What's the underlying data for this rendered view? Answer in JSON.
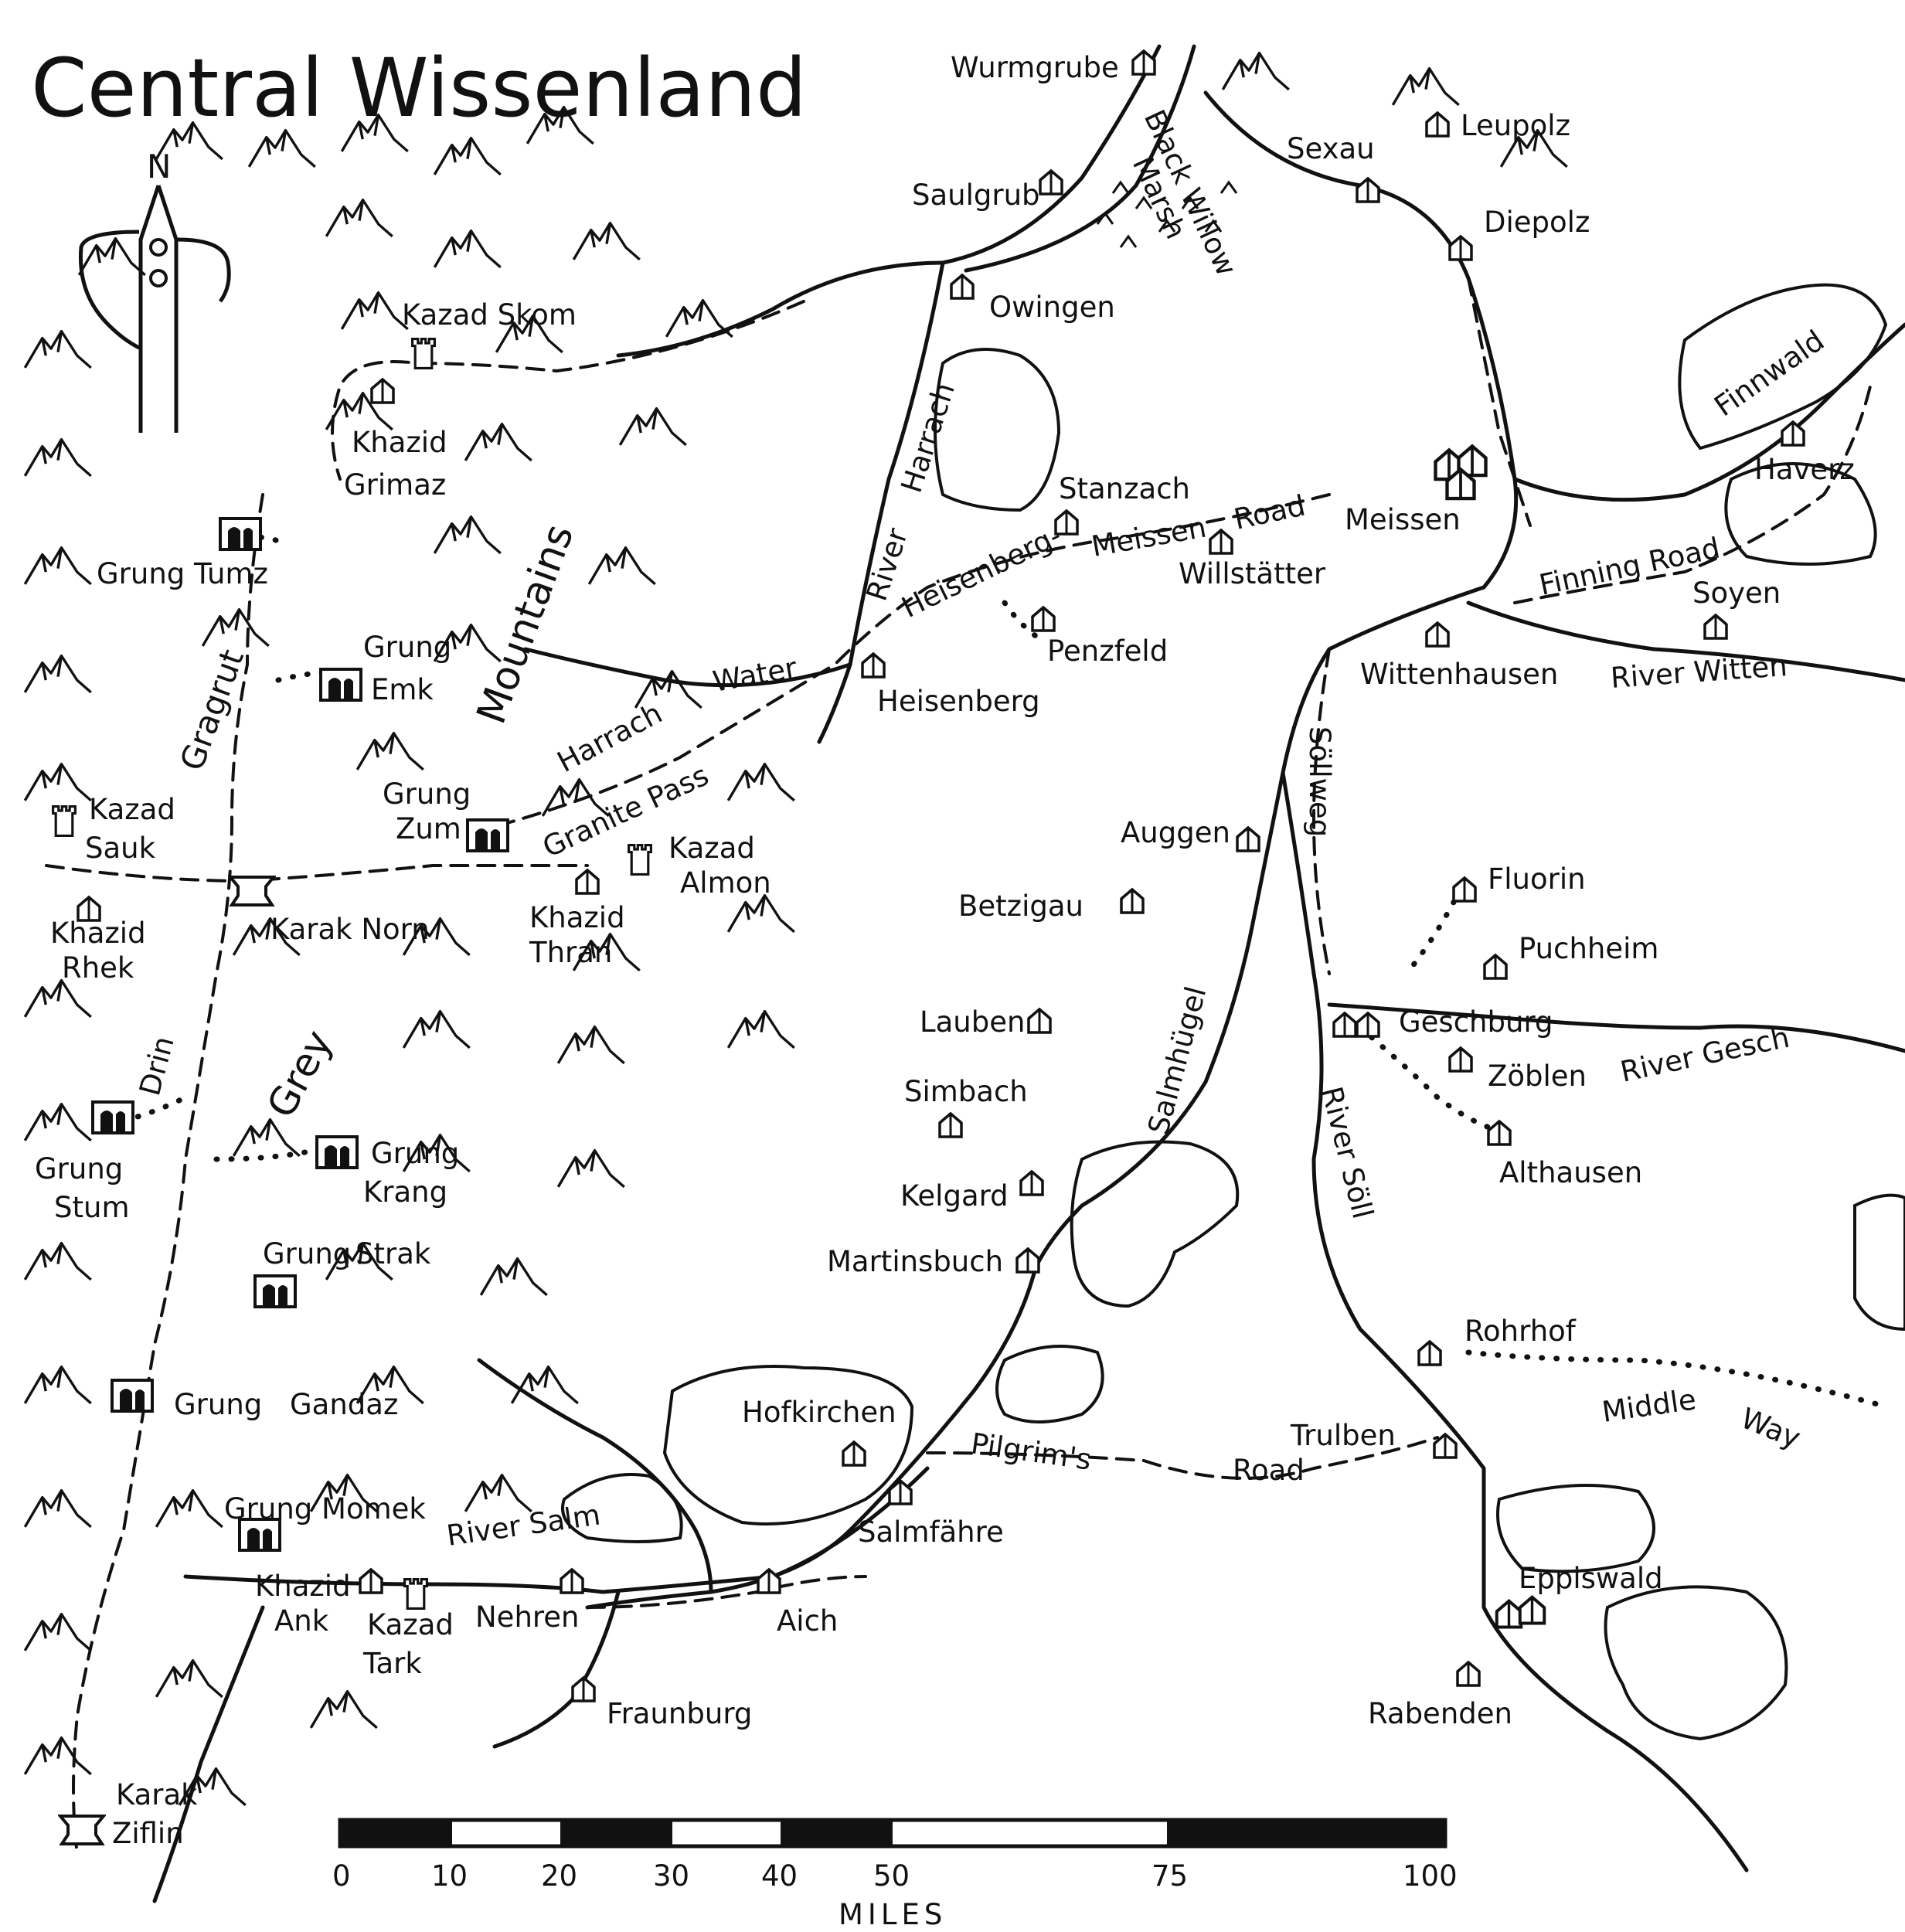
{
  "map": {
    "title": "Central Wissenland",
    "compass_label": "N",
    "scale_bar": {
      "unit_label": "MILES",
      "ticks": [
        "0",
        "10",
        "20",
        "30",
        "40",
        "50",
        "75",
        "100"
      ]
    },
    "settlements": [
      "Wurmgrube",
      "Leupolz",
      "Sexau",
      "Saulgrub",
      "Diepolz",
      "Owingen",
      "Stanzach",
      "Meissen",
      "Haverz",
      "Willstätter",
      "Penzfeld",
      "Soyen",
      "Wittenhausen",
      "Heisenberg",
      "Auggen",
      "Betzigau",
      "Fluorin",
      "Puchheim",
      "Geschburg",
      "Lauben",
      "Zöblen",
      "Simbach",
      "Althausen",
      "Kelgard",
      "Martinsbuch",
      "Rohrhof",
      "Trulben",
      "Hofkirchen",
      "Salmfähre",
      "Aich",
      "Nehren",
      "Fraunburg",
      "Rabenden"
    ],
    "dwarf_holds": {
      "kazad_skom": "Kazad Skom",
      "khazid_grimaz_1": "Khazid",
      "khazid_grimaz_2": "Grimaz",
      "grung_tumz": "Grung Tumz",
      "grung_emk_1": "Grung",
      "grung_emk_2": "Emk",
      "grung_zum_1": "Grung",
      "grung_zum_2": "Zum",
      "kazad_sauk_1": "Kazad",
      "kazad_sauk_2": "Sauk",
      "kazad_almon_1": "Kazad",
      "kazad_almon_2": "Almon",
      "khazid_rhek_1": "Khazid",
      "khazid_rhek_2": "Rhek",
      "khazid_thran_1": "Khazid",
      "khazid_thran_2": "Thran",
      "karak_norn": "Karak Norn",
      "grung_stum_1": "Grung",
      "grung_stum_2": "Stum",
      "grung_krang_1": "Grung",
      "grung_krang_2": "Krang",
      "grung_strak_1": "Grung",
      "grung_strak_2": "Strak",
      "grung_gandaz_1": "Grung",
      "grung_gandaz_2": "Gandaz",
      "grung_momek": "Grung Momek",
      "khazid_ank_1": "Khazid",
      "khazid_ank_2": "Ank",
      "kazad_tark_1": "Kazad",
      "kazad_tark_2": "Tark",
      "karak_ziflin_1": "Karak",
      "karak_ziflin_2": "Ziflin"
    },
    "regions": {
      "black_willow_marsh_1": "Black Willow",
      "black_willow_marsh_2": "Marsh",
      "finnwald": "Finnwald",
      "mountains": "Mountains",
      "grey": "Grey",
      "salmhugel": "Salmhügel",
      "eppiswald": "Eppiswald",
      "hofkirchen": "Hofkirchen"
    },
    "rivers": {
      "river_harrach_1": "River",
      "river_harrach_2": "Harrach",
      "harrach_water_1": "Harrach",
      "harrach_water_2": "Water",
      "river_witten": "River Witten",
      "river_gesch": "River Gesch",
      "river_soll": "River Söll",
      "river_salm": "River Salm",
      "drin": "Drin"
    },
    "roads": {
      "meissen_road_1": "Heisenberg-",
      "meissen_road_2": "Meissen",
      "meissen_road_3": "Road",
      "finning_road": "Finning Road",
      "granite_pass": "Granite Pass",
      "sollweg": "Söllweg",
      "gragrut": "Gragrut",
      "middle_way_1": "Middle",
      "middle_way_2": "Way",
      "pilgrims_road_1": "Pilgrim's",
      "pilgrims_road_2": "Road"
    }
  }
}
